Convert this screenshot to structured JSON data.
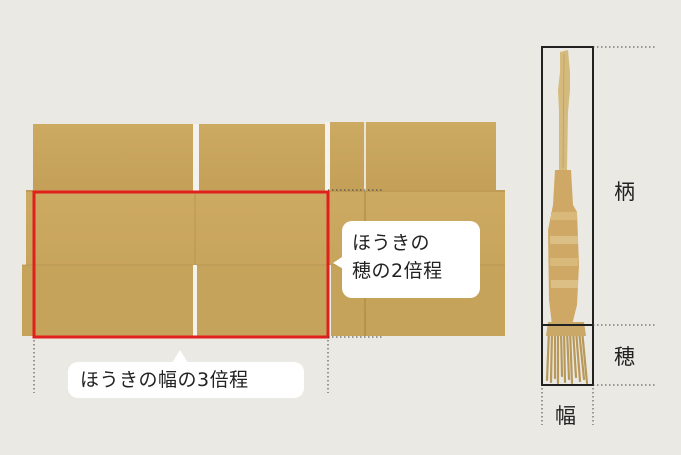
{
  "annotations": {
    "bristle_height_note_line1": "ほうきの",
    "bristle_height_note_line2": "穂の2倍程",
    "width_note": "ほうきの幅の3倍程"
  },
  "broom_labels": {
    "handle": "柄",
    "bristles": "穂",
    "width": "幅"
  },
  "colors": {
    "background": "#ebe9e3",
    "cardboard": "#c8a45c",
    "highlight_frame": "#e0201c",
    "broom_frame": "#222222",
    "callout_bg": "#ffffff"
  }
}
